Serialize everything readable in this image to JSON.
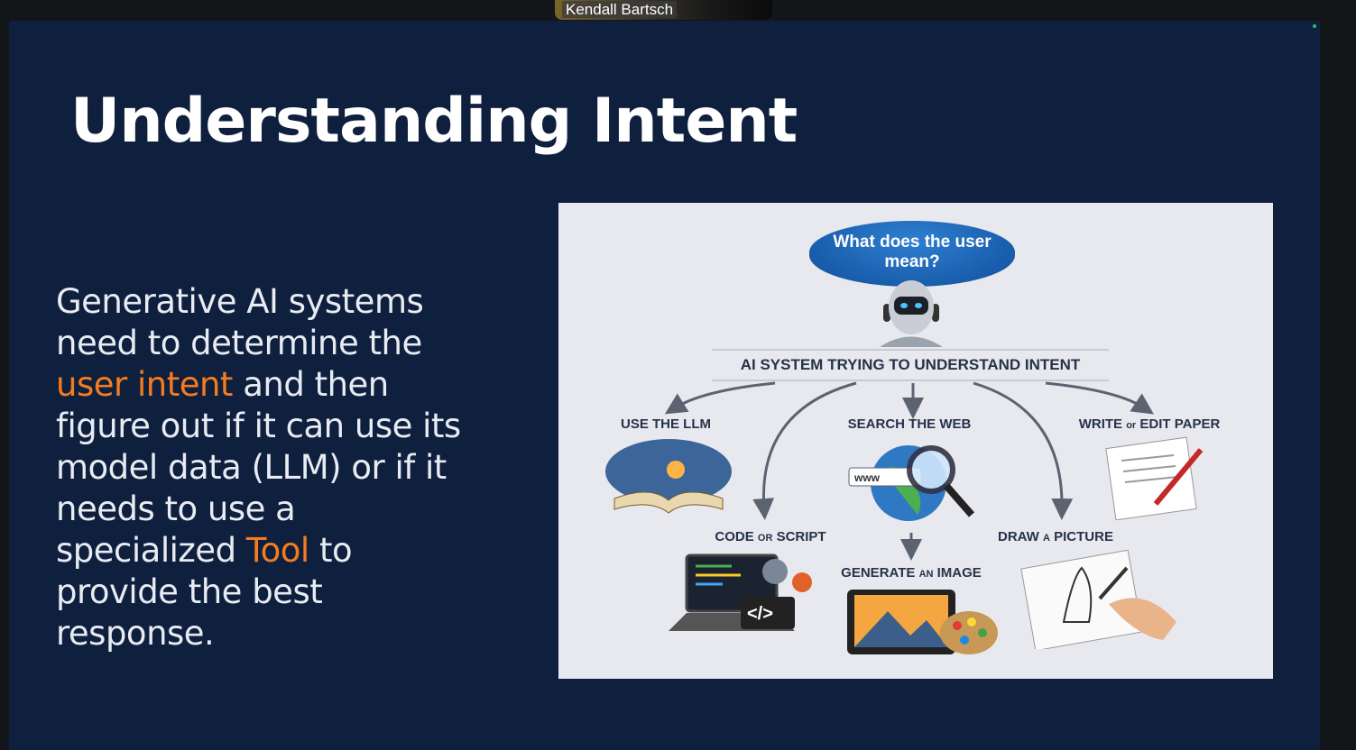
{
  "call": {
    "participant_name": "Kendall Bartsch"
  },
  "slide": {
    "title": "Understanding Intent",
    "body": {
      "part1": "Generative AI systems need to determine the ",
      "highlight1": "user intent",
      "part2": " and then figure out if it can use its model data (LLM) or if it needs to use a specialized ",
      "highlight2": "Tool",
      "part3": " to provide the best response."
    },
    "accent_color": "#f47c20",
    "background_color": "#0f1f3e"
  },
  "diagram": {
    "bubble": "What does the user mean?",
    "banner": "AI SYSTEM TRYING TO UNDERSTAND INTENT",
    "options": {
      "llm": "USE THE LLM",
      "web": "SEARCH THE WEB",
      "paper_a": "WRITE ",
      "paper_or": "or",
      "paper_b": " EDIT PAPER",
      "code_a": "CODE ",
      "code_or": "OR",
      "code_b": " SCRIPT",
      "draw_a": "DRAW ",
      "draw_or": "A",
      "draw_b": " PICTURE",
      "gen_a": "GENERATE ",
      "gen_or": "AN",
      "gen_b": " IMAGE"
    },
    "www_label": "www",
    "code_symbol": "</>"
  }
}
